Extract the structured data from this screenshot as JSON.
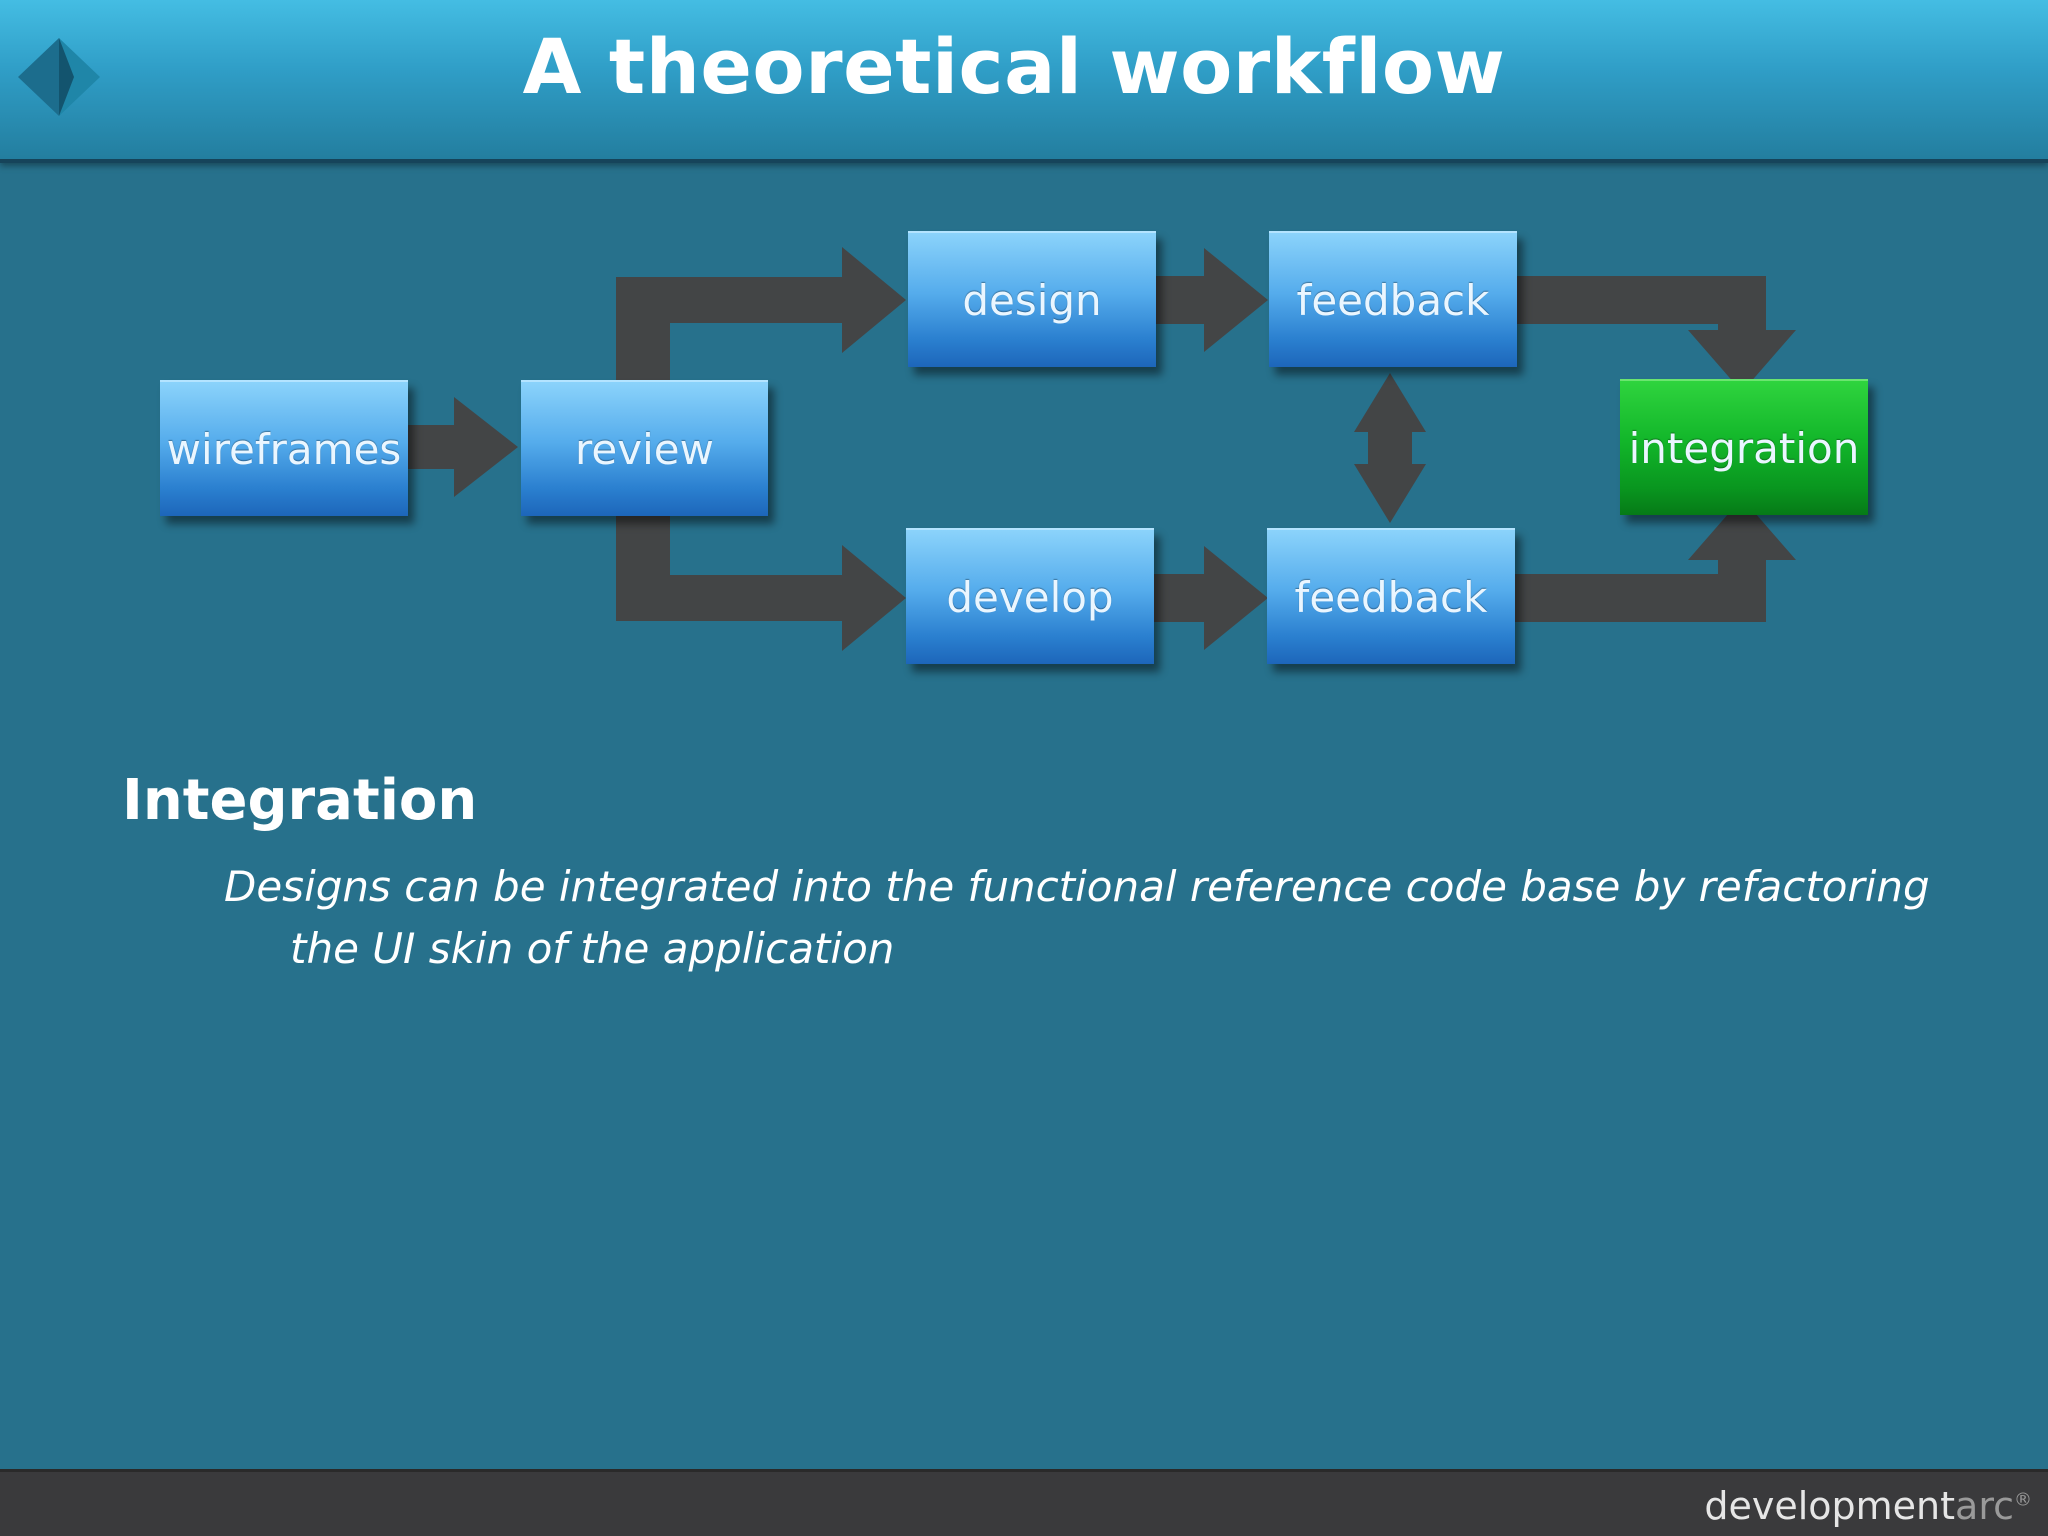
{
  "header": {
    "title": "A theoretical workflow",
    "logo_icon": "diamond-logo-icon"
  },
  "diagram": {
    "nodes": {
      "wireframes": "wireframes",
      "review": "review",
      "design": "design",
      "feedback_top": "feedback",
      "develop": "develop",
      "feedback_bottom": "feedback",
      "integration": "integration"
    },
    "colors": {
      "node_blue": "#3a96e0",
      "node_green": "#10b22a",
      "arrow": "#434546",
      "background": "#27718c"
    }
  },
  "content": {
    "heading": "Integration",
    "description": "Designs can be integrated into the functional reference code base by refactoring the UI skin of the application"
  },
  "footer": {
    "brand_dark": "development",
    "brand_light": "arc",
    "brand_mark": "®"
  }
}
